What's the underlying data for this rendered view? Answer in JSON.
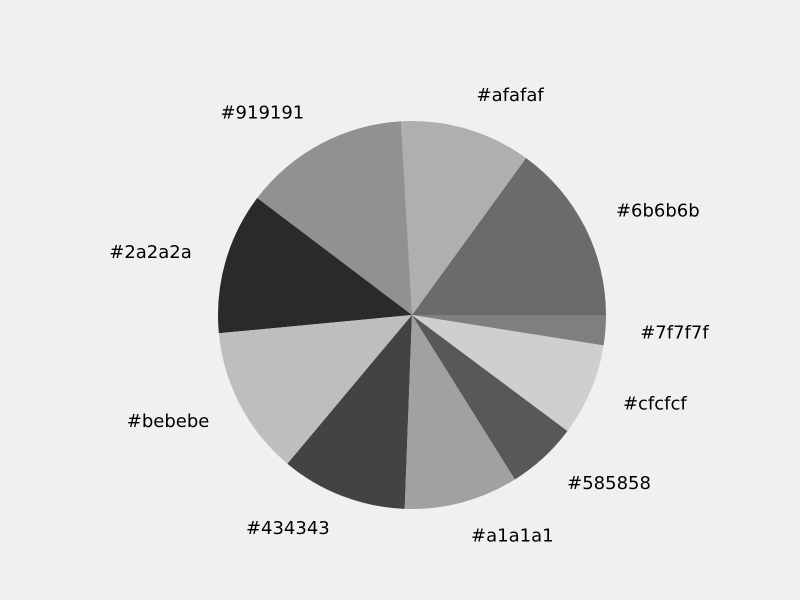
{
  "chart_data": {
    "type": "pie",
    "start_angle_deg": 0,
    "direction": "counterclockwise",
    "slices": [
      {
        "label": "#6b6b6b",
        "value": 15.0,
        "color": "#6b6b6b"
      },
      {
        "label": "#afafaf",
        "value": 10.9,
        "color": "#afafaf"
      },
      {
        "label": "#919191",
        "value": 13.8,
        "color": "#919191"
      },
      {
        "label": "#2a2a2a",
        "value": 11.8,
        "color": "#2a2a2a"
      },
      {
        "label": "#bebebe",
        "value": 12.4,
        "color": "#bebebe"
      },
      {
        "label": "#434343",
        "value": 10.5,
        "color": "#434343"
      },
      {
        "label": "#a1a1a1",
        "value": 9.5,
        "color": "#a1a1a1"
      },
      {
        "label": "#585858",
        "value": 5.9,
        "color": "#585858"
      },
      {
        "label": "#cfcfcf",
        "value": 7.7,
        "color": "#cfcfcf"
      },
      {
        "label": "#7f7f7f",
        "value": 2.5,
        "color": "#7f7f7f"
      }
    ]
  }
}
